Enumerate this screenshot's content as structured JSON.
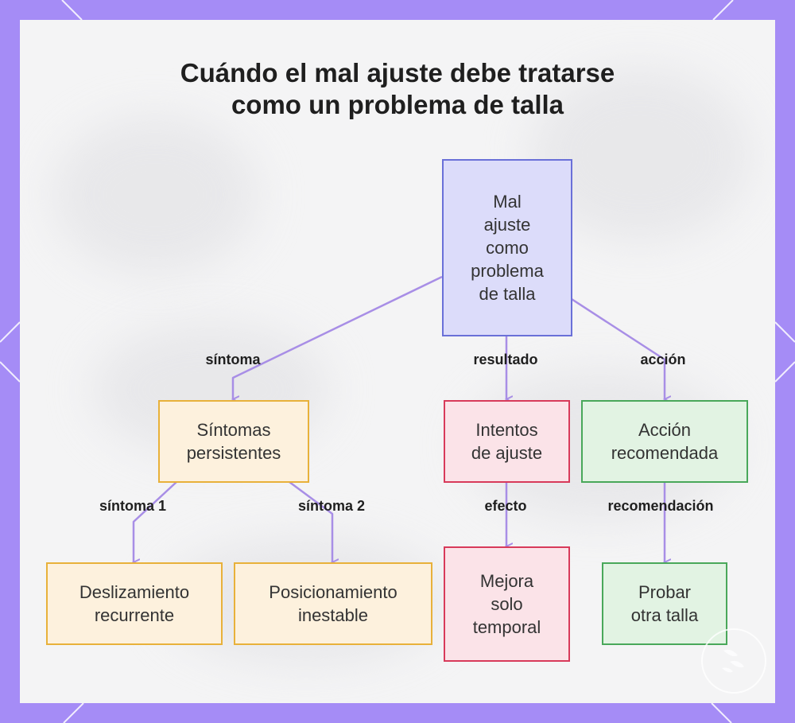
{
  "diagram": {
    "title_lines": [
      "Cuándo el mal ajuste debe tratarse",
      "como un problema de talla"
    ],
    "nodes": {
      "root": [
        "Mal",
        "ajuste",
        "como",
        "problema",
        "de talla"
      ],
      "sintomas": [
        "Síntomas",
        "persistentes"
      ],
      "intentos": [
        "Intentos",
        "de ajuste"
      ],
      "accion": [
        "Acción",
        "recomendada"
      ],
      "deslizamiento": [
        "Deslizamiento",
        "recurrente"
      ],
      "posicionamiento": [
        "Posicionamiento",
        "inestable"
      ],
      "mejora": [
        "Mejora",
        "solo",
        "temporal"
      ],
      "probar": [
        "Probar",
        "otra talla"
      ]
    },
    "edge_labels": {
      "sintoma": "síntoma",
      "resultado": "resultado",
      "accion": "acción",
      "sintoma1": "síntoma 1",
      "sintoma2": "síntoma 2",
      "efecto": "efecto",
      "recomendacion": "recomendación"
    },
    "colors": {
      "frame": "#a58cf6",
      "edge": "#a88ee6",
      "root_fill": "#dcdcfa",
      "root_border": "#6a70d8",
      "yellow_fill": "#fdf1dd",
      "yellow_border": "#e8b13a",
      "red_fill": "#fbe3e8",
      "red_border": "#d83a5a",
      "green_fill": "#e2f3e3",
      "green_border": "#49a85a"
    }
  }
}
